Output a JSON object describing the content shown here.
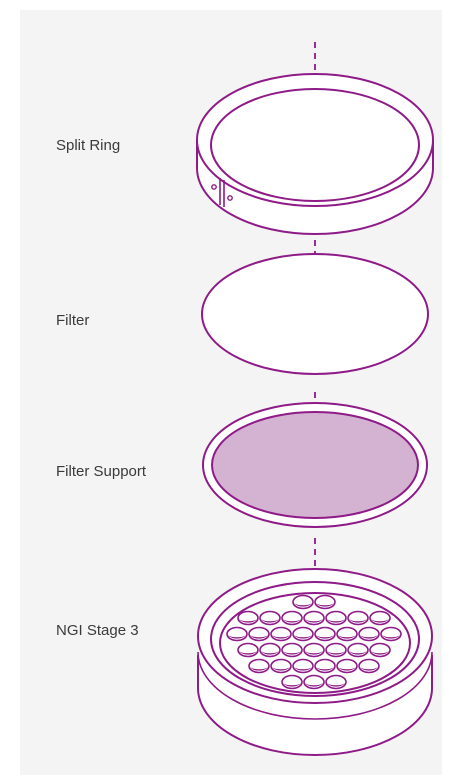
{
  "diagram": {
    "components": [
      {
        "id": "split-ring",
        "label": "Split Ring"
      },
      {
        "id": "filter",
        "label": "Filter"
      },
      {
        "id": "filter-support",
        "label": "Filter Support"
      },
      {
        "id": "ngi-stage-3",
        "label": "NGI Stage 3"
      }
    ],
    "colors": {
      "stroke": "#8e1b87",
      "support_fill": "#d4b2d2",
      "hole_fill": "#8e1b87",
      "panel_background": "#f4f4f4",
      "label_text": "#3a3a3a"
    }
  }
}
